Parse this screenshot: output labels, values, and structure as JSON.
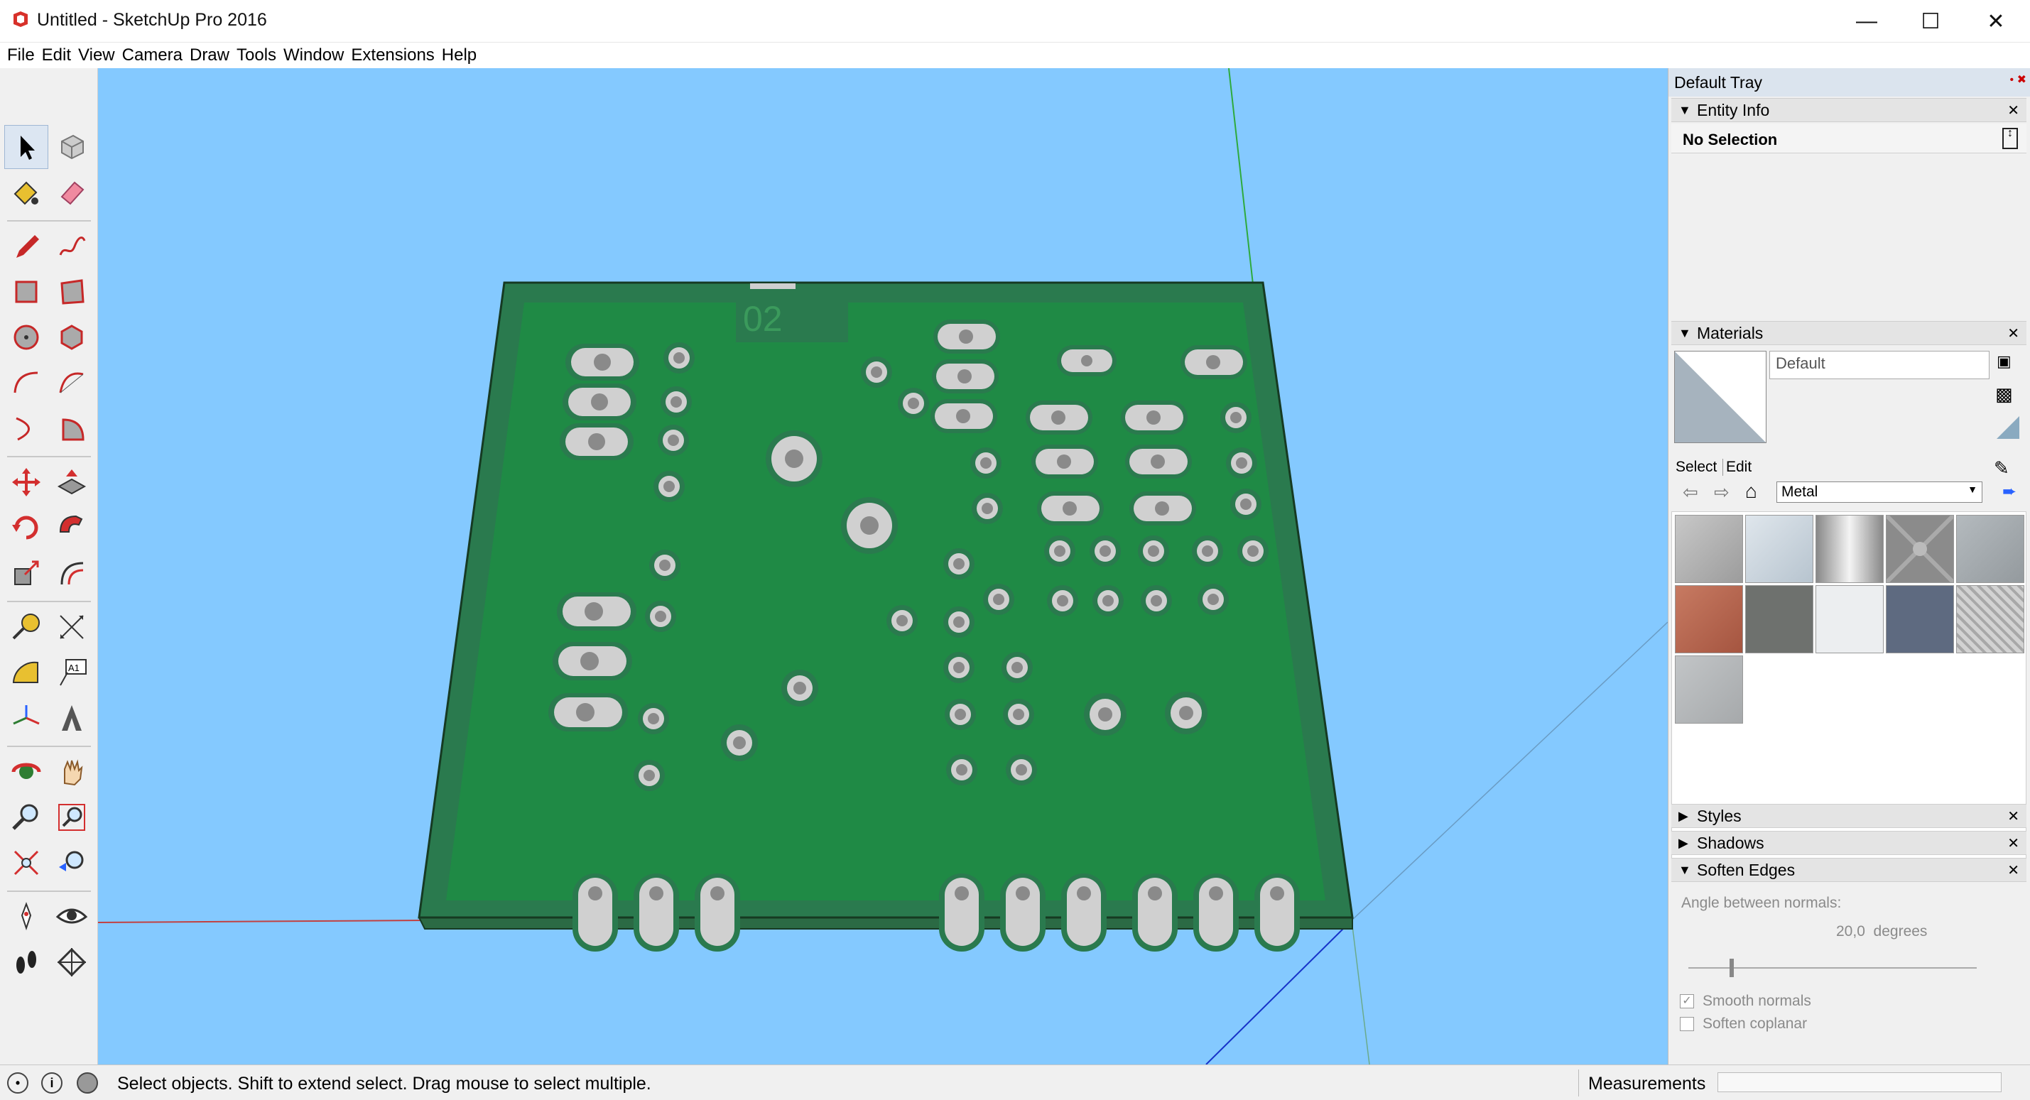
{
  "window": {
    "title": "Untitled - SketchUp Pro 2016",
    "minimize_icon": "minimize-icon",
    "maximize_icon": "maximize-icon",
    "close_icon": "close-icon"
  },
  "menu": [
    "File",
    "Edit",
    "View",
    "Camera",
    "Draw",
    "Tools",
    "Window",
    "Extensions",
    "Help"
  ],
  "toolbar": {
    "tools": [
      "select-icon",
      "make-component-icon",
      "paint-bucket-icon",
      "eraser-icon",
      "pencil-icon",
      "freehand-icon",
      "rectangle-icon",
      "rotated-rectangle-icon",
      "circle-icon",
      "polygon-icon",
      "arc-icon",
      "two-point-arc-icon",
      "three-point-arc-icon",
      "pie-icon",
      "move-icon",
      "push-pull-icon",
      "rotate-icon",
      "follow-me-icon",
      "scale-icon",
      "offset-icon",
      "tape-measure-icon",
      "dimension-icon",
      "protractor-icon",
      "text-icon",
      "axes-icon",
      "3d-text-icon",
      "orbit-icon",
      "pan-icon",
      "zoom-icon",
      "zoom-window-icon",
      "zoom-extents-icon",
      "previous-view-icon",
      "position-camera-icon",
      "look-around-icon",
      "walk-icon",
      "section-plane-icon"
    ]
  },
  "model": {
    "board_label": "02",
    "colors": {
      "sky": "#84c9ff",
      "board": "#1d8a44",
      "board_edge": "#2e6b45",
      "pad": "#d0d0d0",
      "hole": "#8a8a8a"
    }
  },
  "tray": {
    "title": "Default Tray",
    "entity_info": {
      "title": "Entity Info",
      "selection": "No Selection"
    },
    "materials": {
      "title": "Materials",
      "current": "Default",
      "tabs": [
        "Select",
        "Edit"
      ],
      "library": "Metal",
      "swatch_colors": [
        "#b9b9b9",
        "#cdd6de",
        "#d8d8d8",
        "#8b8b8b",
        "#a7adb0",
        "#b86a52",
        "#6e716e",
        "#eceef0",
        "#5e6a80",
        "#c7c7c7",
        "#b5b8ba"
      ]
    },
    "styles": {
      "title": "Styles"
    },
    "shadows": {
      "title": "Shadows"
    },
    "soften_edges": {
      "title": "Soften Edges",
      "angle_label": "Angle between normals:",
      "angle_value": "20,0  degrees",
      "smooth_normals": "Smooth normals",
      "soften_coplanar": "Soften coplanar",
      "smooth_normals_checked": true,
      "soften_coplanar_checked": false
    }
  },
  "status": {
    "text": "Select objects. Shift to extend select. Drag mouse to select multiple.",
    "measurements_label": "Measurements"
  }
}
